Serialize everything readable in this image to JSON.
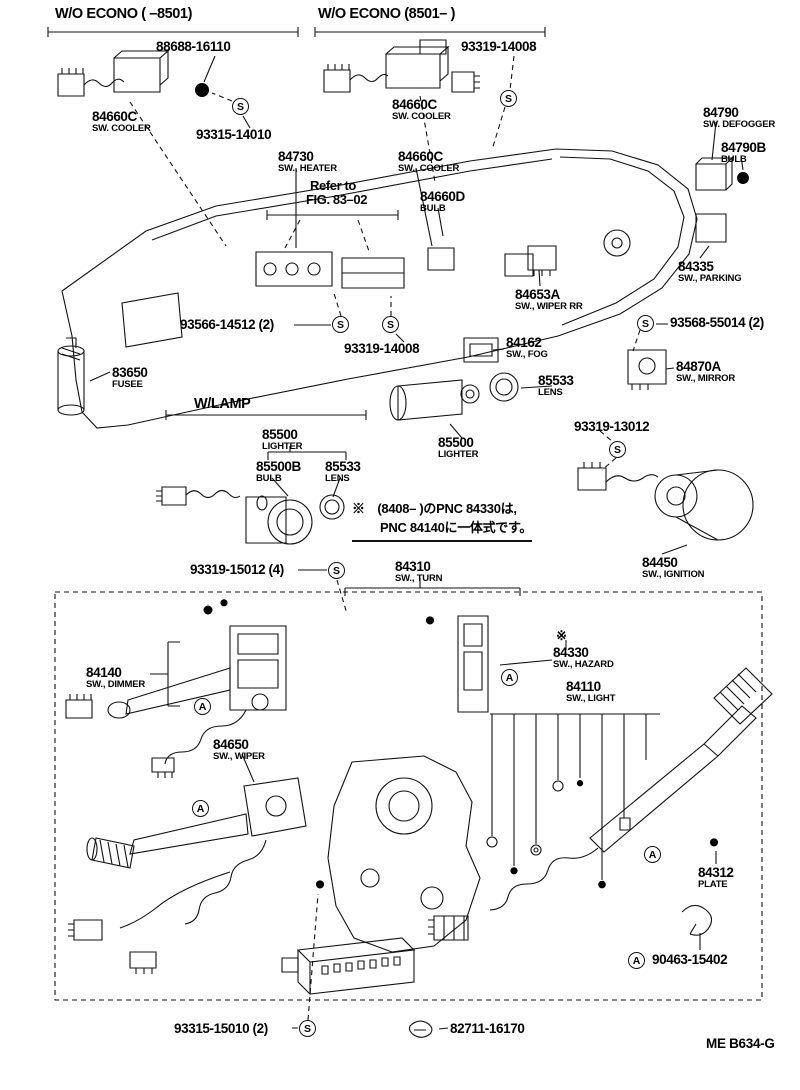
{
  "page": {
    "footer_code": "ME B634-G"
  },
  "headings": {
    "wo_econo_early": "W/O ECONO (         –8501)",
    "wo_econo_late": "W/O ECONO (8501–         )",
    "w_lamp": "W/LAMP",
    "refer_line1": "Refer to",
    "refer_line2": "FIG. 83–02"
  },
  "note": {
    "line1": "※　(8408–          )のPNC 84330は,",
    "line2": "PNC 84140に一体式です。",
    "ref_mark": "※"
  },
  "markers": {
    "s": "S",
    "a": "A"
  },
  "labels": {
    "p88688": {
      "part": "88688-16110"
    },
    "p84660c_left": {
      "part": "84660C",
      "desc": "SW. COOLER"
    },
    "p93315_14010": {
      "part": "93315-14010"
    },
    "p93319_14008_top": {
      "part": "93319-14008"
    },
    "p84660c_mid_top": {
      "part": "84660C",
      "desc": "SW. COOLER"
    },
    "p84790": {
      "part": "84790",
      "desc": "SW. DEFOGGER"
    },
    "p84790b": {
      "part": "84790B",
      "desc": "BULB"
    },
    "p84730": {
      "part": "84730",
      "desc": "SW., HEATER"
    },
    "p84660c_mid": {
      "part": "84660C",
      "desc": "SW., COOLER"
    },
    "p84660d": {
      "part": "84660D",
      "desc": "BULB"
    },
    "p84335": {
      "part": "84335",
      "desc": "SW., PARKING"
    },
    "p84653a": {
      "part": "84653A",
      "desc": "SW., WIPER RR"
    },
    "p93566_14512": {
      "part": "93566-14512 (2)"
    },
    "p93568_55014": {
      "part": "93568-55014 (2)"
    },
    "p83650": {
      "part": "83650",
      "desc": "FUSEE"
    },
    "p93319_14008_mid": {
      "part": "93319-14008"
    },
    "p84162": {
      "part": "84162",
      "desc": "SW., FOG"
    },
    "p84870a": {
      "part": "84870A",
      "desc": "SW., MIRROR"
    },
    "p85533_fog": {
      "part": "85533",
      "desc": "LENS"
    },
    "p85500_left": {
      "part": "85500",
      "desc": "LIGHTER"
    },
    "p85500b": {
      "part": "85500B",
      "desc": "BULB"
    },
    "p85533_lighter": {
      "part": "85533",
      "desc": "LENS"
    },
    "p85500_right": {
      "part": "85500",
      "desc": "LIGHTER"
    },
    "p93319_13012": {
      "part": "93319-13012"
    },
    "p84450": {
      "part": "84450",
      "desc": "SW., IGNITION"
    },
    "p93319_15012": {
      "part": "93319-15012 (4)"
    },
    "p84310": {
      "part": "84310",
      "desc": "SW., TURN"
    },
    "p84140": {
      "part": "84140",
      "desc": "SW., DIMMER"
    },
    "p84330": {
      "part": "84330",
      "desc": "SW., HAZARD"
    },
    "p84110": {
      "part": "84110",
      "desc": "SW., LIGHT"
    },
    "p84650": {
      "part": "84650",
      "desc": "SW., WIPER"
    },
    "p84312": {
      "part": "84312",
      "desc": "PLATE"
    },
    "p90463_15402": {
      "part": "90463-15402"
    },
    "p93315_15010": {
      "part": "93315-15010 (2)"
    },
    "p82711_16170": {
      "part": "82711-16170"
    }
  }
}
